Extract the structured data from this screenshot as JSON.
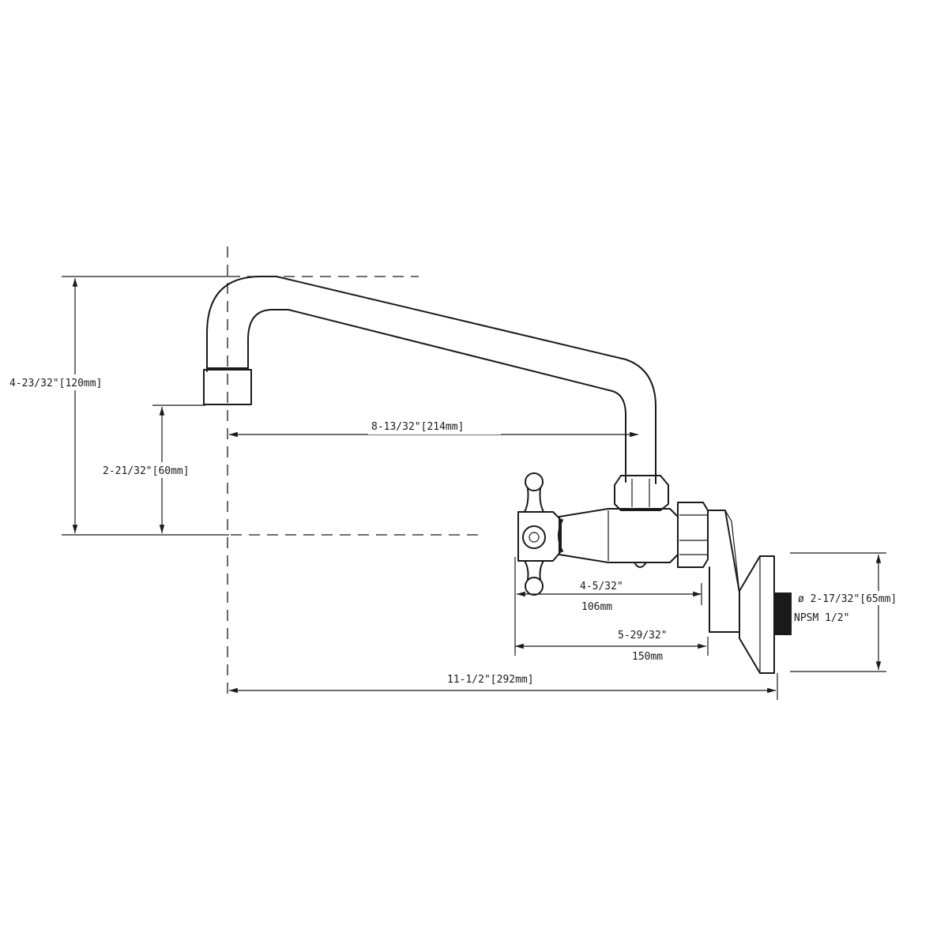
{
  "dimensions": {
    "overall_height": "4-23/32\"[120mm]",
    "spout_reach": "8-13/32\"[214mm]",
    "spout_height": "2-21/32\"[60mm]",
    "valve_reach_in": "4-5/32\"",
    "valve_reach_mm": "106mm",
    "flange_reach_in": "5-29/32\"",
    "flange_reach_mm": "150mm",
    "total_length": "11-1/2\"[292mm]",
    "flange_diameter": "ø 2-17/32\"[65mm]",
    "inlet_thread": "NPSM 1/2\""
  }
}
